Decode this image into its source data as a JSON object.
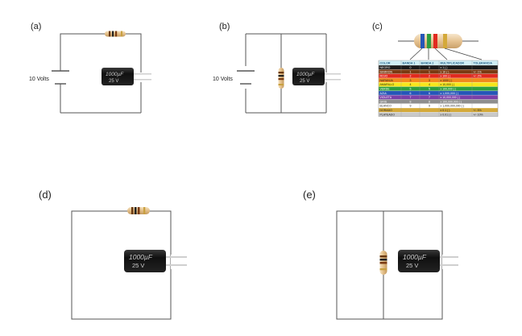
{
  "panels": {
    "a": {
      "label": "(a)",
      "voltage": "10 Volts",
      "cap_value": "1000µF",
      "cap_voltage": "25  V"
    },
    "b": {
      "label": "(b)",
      "voltage": "10 Volts",
      "cap_value": "1000µF",
      "cap_voltage": "25  V"
    },
    "c": {
      "label": "(c)"
    },
    "d": {
      "label": "(d)",
      "cap_value": "1000µF",
      "cap_voltage": "25  V"
    },
    "e": {
      "label": "(e)",
      "cap_value": "1000µF",
      "cap_voltage": "25  V"
    }
  },
  "color_code_table": {
    "headers": [
      "COLOR",
      "BANDA 1",
      "BANDA 2",
      "MULTIPLICADOR",
      "TOLERANCIA"
    ],
    "rows": [
      {
        "name": "NEGRO",
        "b1": "0",
        "b2": "0",
        "mult": "x  1 (  )",
        "tol": "",
        "bg": "#1a1a1a",
        "fg": "#ffffff"
      },
      {
        "name": "MARRON",
        "b1": "1",
        "b2": "1",
        "mult": "x  10 (  )",
        "tol": "+/-  1%",
        "bg": "#7a3b12",
        "fg": "#ffffff"
      },
      {
        "name": "ROJO",
        "b1": "2",
        "b2": "2",
        "mult": "x  100 (  )",
        "tol": "+/-  2%",
        "bg": "#e12a1f",
        "fg": "#ffffff"
      },
      {
        "name": "NARANJA",
        "b1": "3",
        "b2": "3",
        "mult": "x  1000 (  )",
        "tol": "",
        "bg": "#f28a1c",
        "fg": "#222222"
      },
      {
        "name": "AMARILLO",
        "b1": "4",
        "b2": "4",
        "mult": "x  10,000 (  )",
        "tol": "",
        "bg": "#f6e61c",
        "fg": "#222222"
      },
      {
        "name": "VERDE",
        "b1": "5",
        "b2": "5",
        "mult": "x  100,000 (  )",
        "tol": "",
        "bg": "#2e9e3f",
        "fg": "#ffffff"
      },
      {
        "name": "AZUL",
        "b1": "6",
        "b2": "6",
        "mult": "x  1,000,000 (  )",
        "tol": "",
        "bg": "#2656b8",
        "fg": "#ffffff"
      },
      {
        "name": "VIOLETA",
        "b1": "7",
        "b2": "7",
        "mult": "x  10,000,000 (  )",
        "tol": "",
        "bg": "#7a3fa8",
        "fg": "#ffffff"
      },
      {
        "name": "GRIS",
        "b1": "8",
        "b2": "8",
        "mult": "x  100,000,000 (  )",
        "tol": "",
        "bg": "#8e8e8e",
        "fg": "#ffffff"
      },
      {
        "name": "BLANCO",
        "b1": "9",
        "b2": "9",
        "mult": "x  1,000,000,000 (  )",
        "tol": "",
        "bg": "#ffffff",
        "fg": "#222222"
      },
      {
        "name": "DORADO",
        "b1": "",
        "b2": "",
        "mult": "x  0.1 (  )",
        "tol": "+/-  5%",
        "bg": "#d4a93a",
        "fg": "#222222"
      },
      {
        "name": "PLATEADO",
        "b1": "",
        "b2": "",
        "mult": "x  0.01 (  )",
        "tol": "+/-  10%",
        "bg": "#c9c9c9",
        "fg": "#222222"
      }
    ]
  },
  "colors": {
    "wire": "#555555",
    "capacitor_body": "#151515",
    "capacitor_text": "#cfcfcf",
    "resistor_body": "#e8c89a",
    "table_header_bg": "#cfeef5",
    "table_header_fg": "#1f5e86"
  },
  "icons": {
    "battery": "battery-icon",
    "resistor": "resistor-icon",
    "capacitor": "capacitor-icon"
  }
}
